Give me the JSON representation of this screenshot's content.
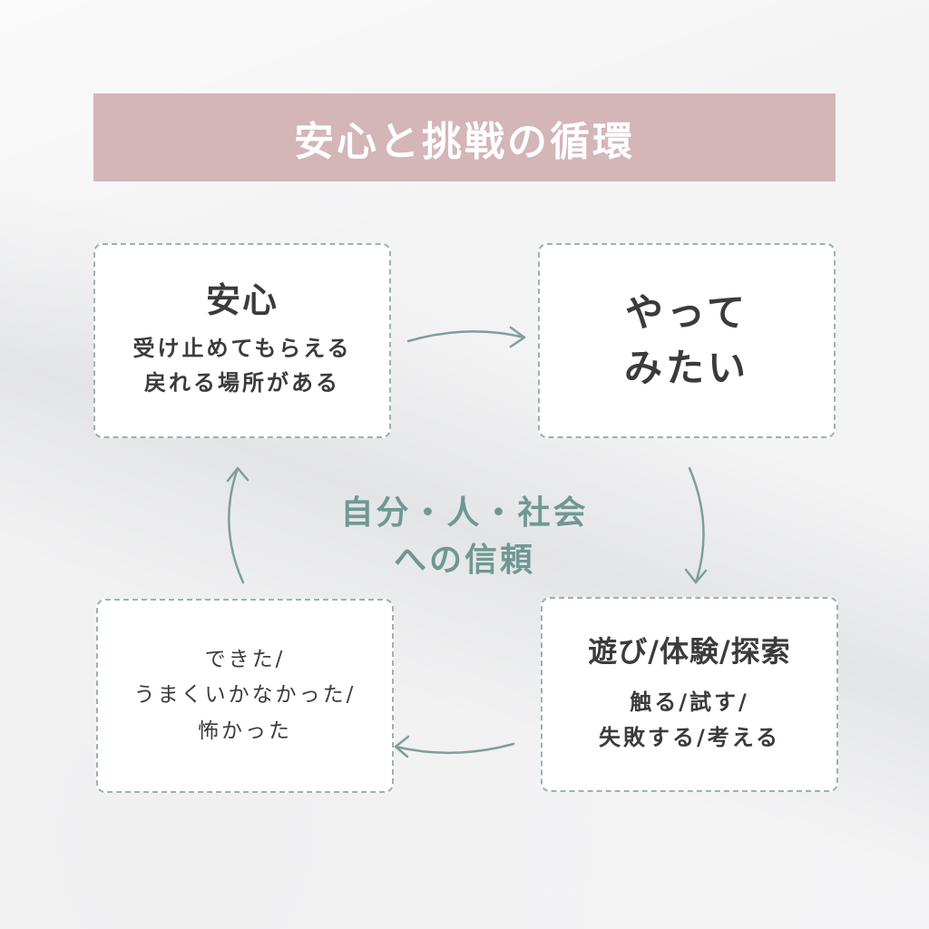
{
  "title": "安心と挑戦の循環",
  "center": {
    "line1": "自分・人・社会",
    "line2": "への信頼"
  },
  "boxes": {
    "top_left": {
      "heading": "安心",
      "line1": "受け止めてもらえる",
      "line2": "戻れる場所がある"
    },
    "top_right": {
      "line1": "やって",
      "line2": "みたい"
    },
    "bottom_right": {
      "heading": "遊び/体験/探索",
      "line1": "触る/試す/",
      "line2": "失敗する/考える"
    },
    "bottom_left": {
      "line1": "できた/",
      "line2": "うまくいかなかった/",
      "line3": "怖かった"
    }
  },
  "colors": {
    "title_bg": "#d4b5b8",
    "accent_teal": "#6f9893",
    "border": "#9fb1ad"
  }
}
